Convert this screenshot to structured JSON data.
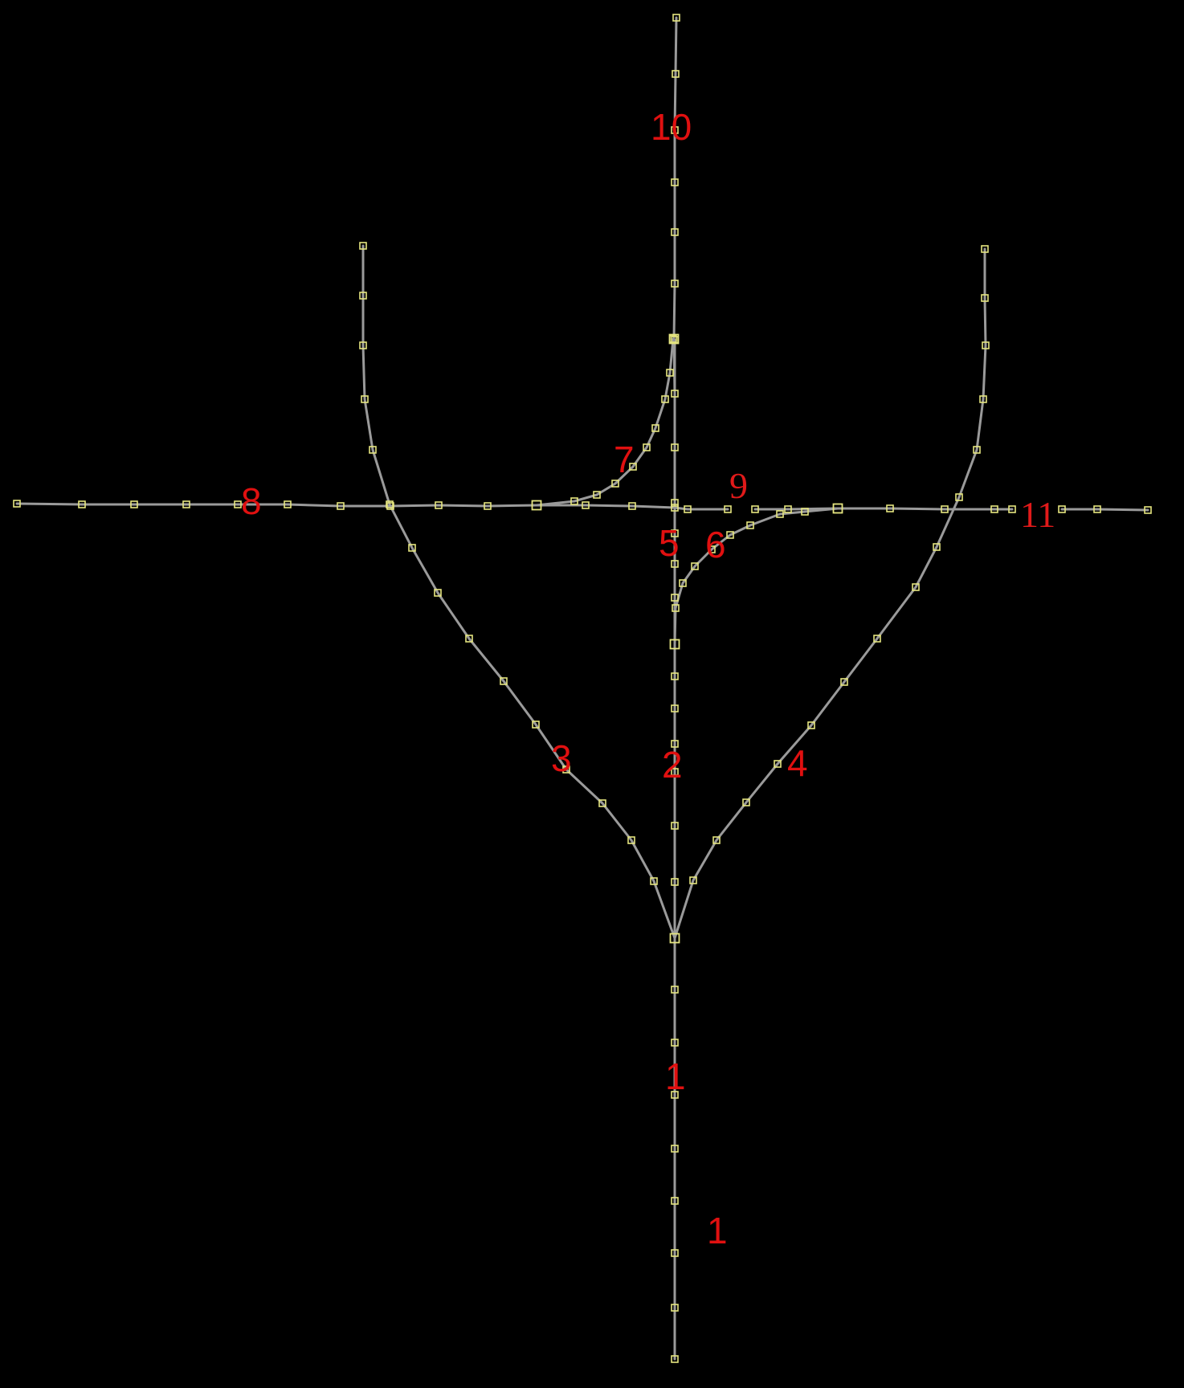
{
  "diagram": {
    "background_color": "#000000",
    "edge_color": "#9a9a9a",
    "node_color": "#e6e680",
    "label_color": "#e01010",
    "labels": [
      {
        "id": "label-1-upper",
        "text": "1"
      },
      {
        "id": "label-1-lower",
        "text": "1"
      },
      {
        "id": "label-2",
        "text": "2"
      },
      {
        "id": "label-3",
        "text": "3"
      },
      {
        "id": "label-4",
        "text": "4"
      },
      {
        "id": "label-5",
        "text": "5"
      },
      {
        "id": "label-6",
        "text": "6"
      },
      {
        "id": "label-7",
        "text": "7"
      },
      {
        "id": "label-8",
        "text": "8"
      },
      {
        "id": "label-9",
        "text": "9"
      },
      {
        "id": "label-10",
        "text": "10"
      },
      {
        "id": "label-11",
        "text": "11"
      }
    ]
  }
}
